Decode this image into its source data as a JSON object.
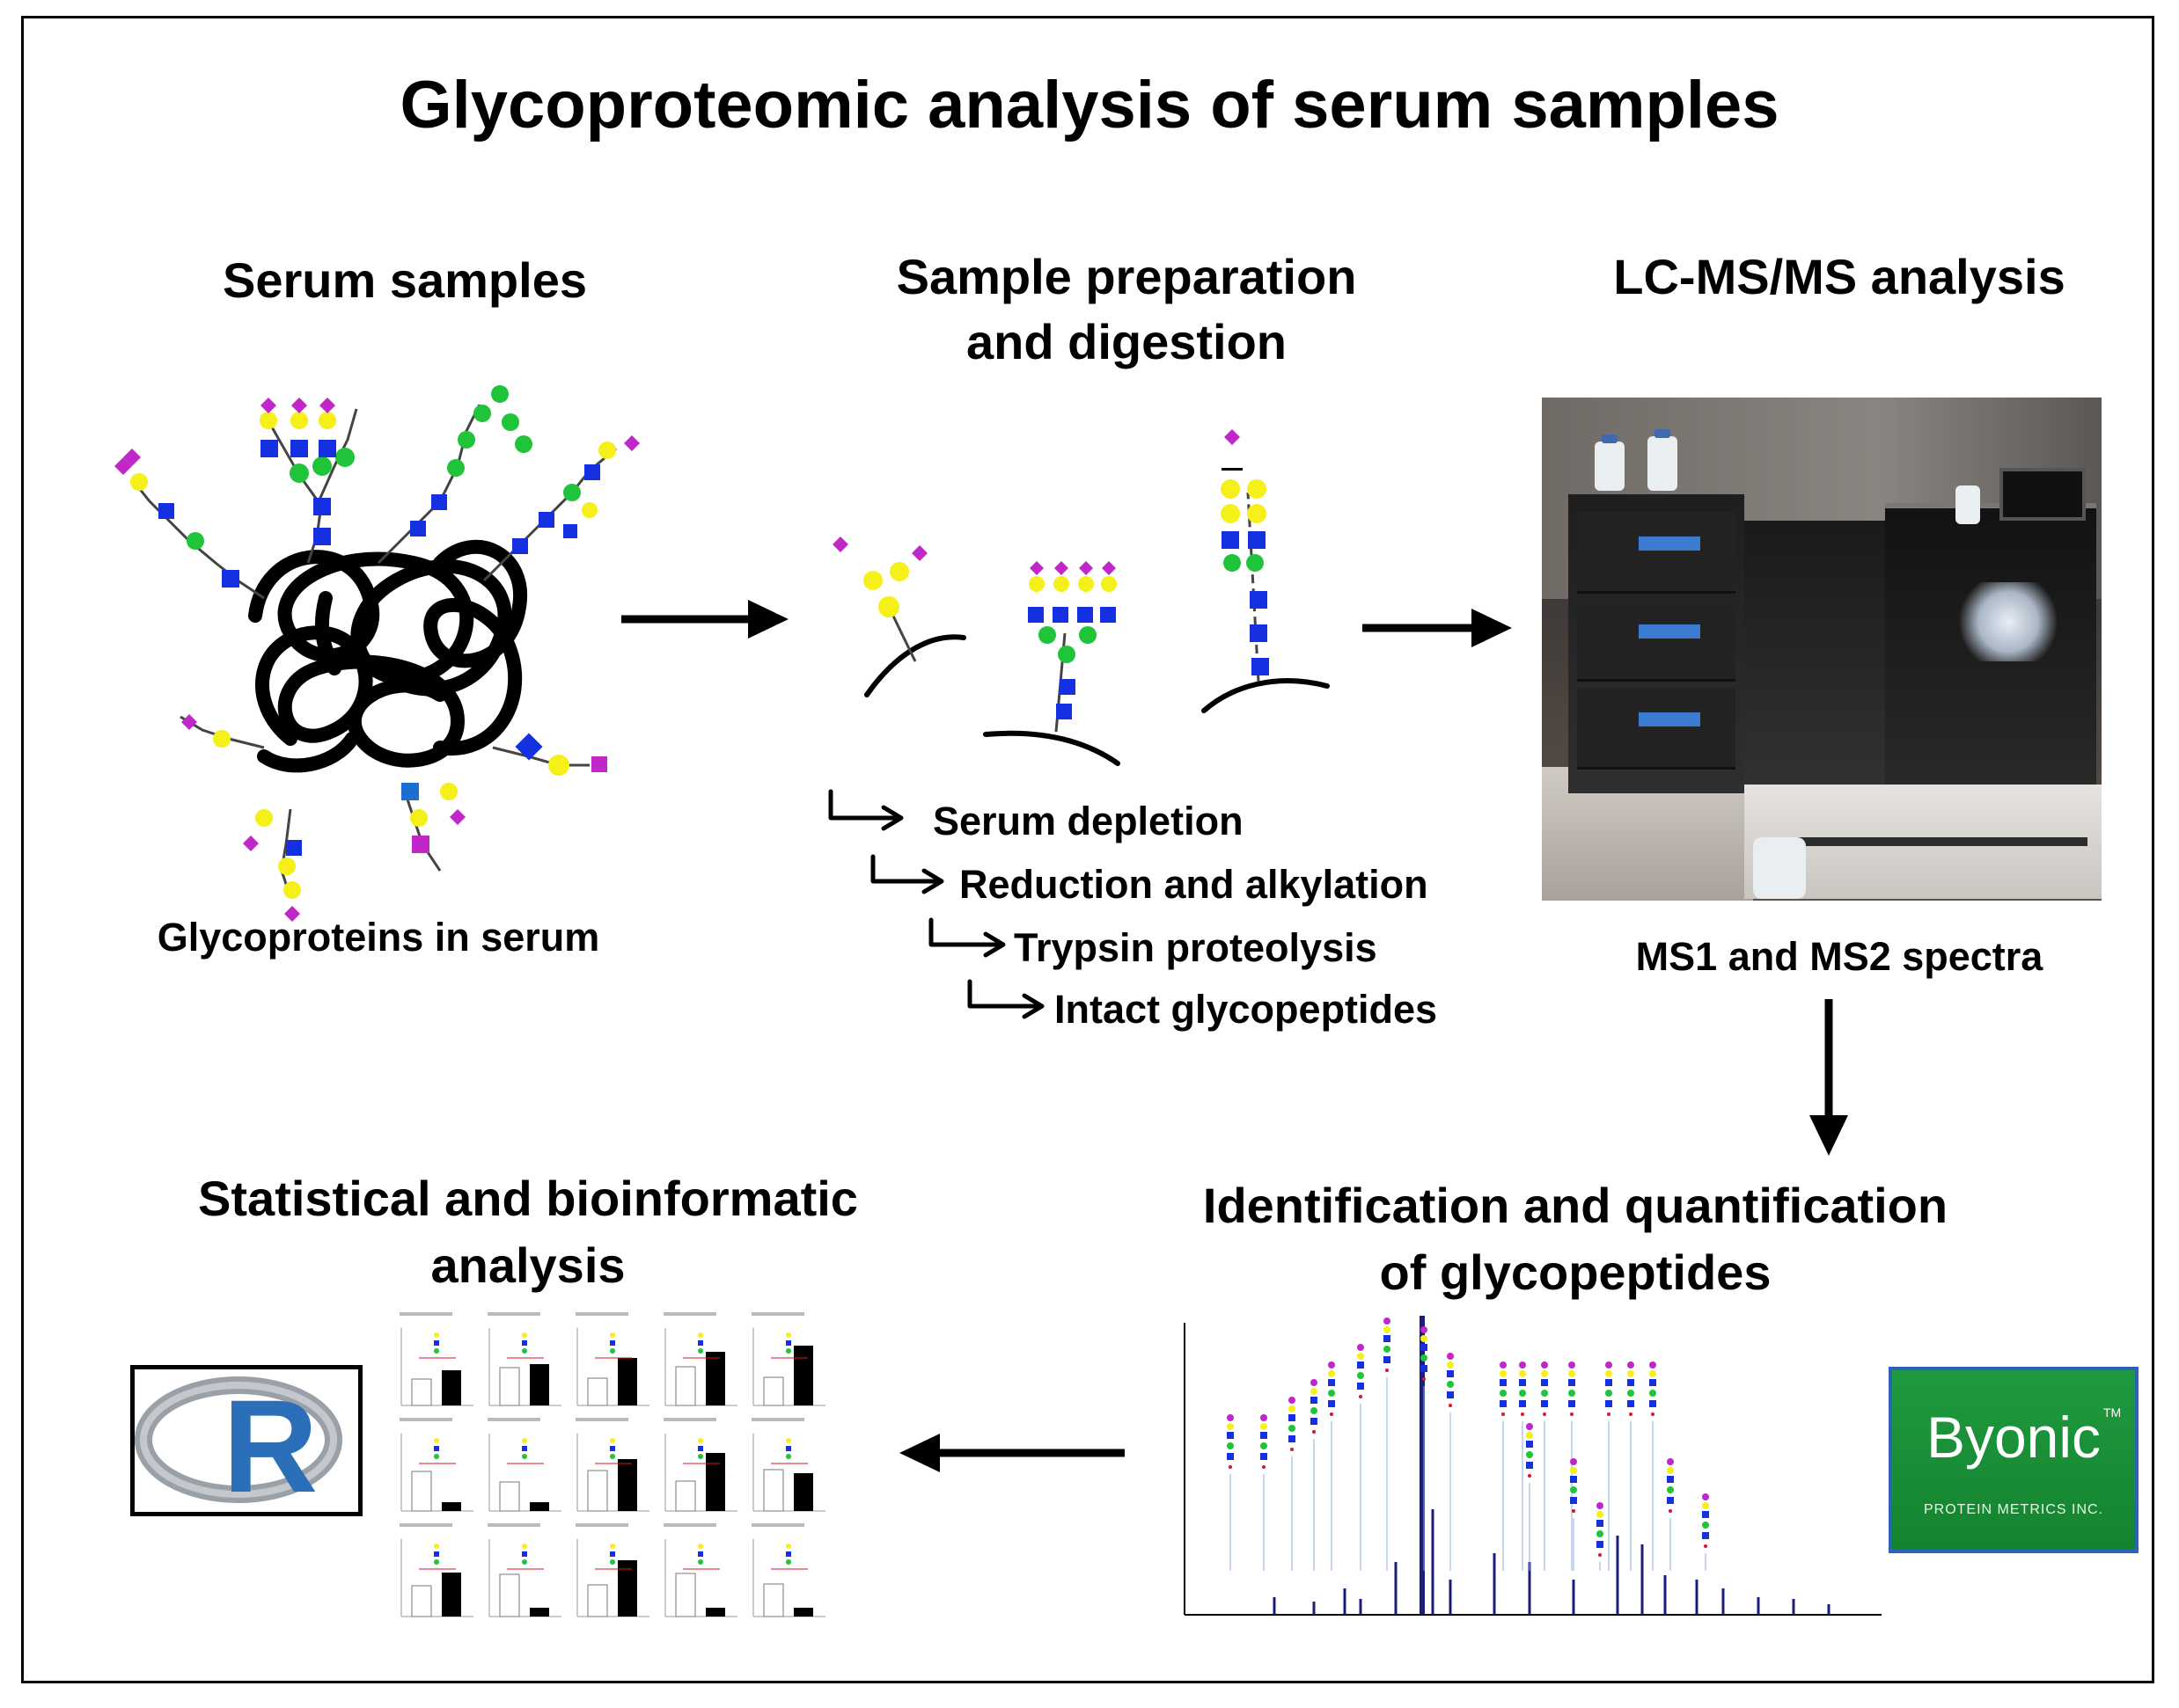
{
  "title": "Glycoproteomic analysis of serum samples",
  "stages": {
    "serum": {
      "heading": "Serum samples",
      "caption": "Glycoproteins in serum"
    },
    "prep": {
      "heading_line1": "Sample  preparation",
      "heading_line2": "and digestion",
      "steps": [
        "Serum depletion",
        "Reduction and alkylation",
        "Trypsin proteolysis",
        "Intact glycopeptides"
      ]
    },
    "lcms": {
      "heading": "LC-MS/MS analysis",
      "caption": "MS1 and MS2 spectra"
    },
    "identification": {
      "heading_line1": "Identification  and quantification",
      "heading_line2": "of glycopeptides"
    },
    "stats": {
      "heading_line1": "Statistical  and bioinformatic",
      "heading_line2": "analysis"
    }
  },
  "logos": {
    "r": {
      "letter": "R"
    },
    "byonic": {
      "name": "Byonic",
      "tm": "TM",
      "company": "PROTEIN METRICS INC."
    }
  },
  "colors": {
    "sialic_acid": "#c026c8",
    "galactose": "#f5f019",
    "glcnac": "#1530e0",
    "mannose": "#1fc43a",
    "fucose": "#e0102a",
    "arrow": "#000000"
  }
}
